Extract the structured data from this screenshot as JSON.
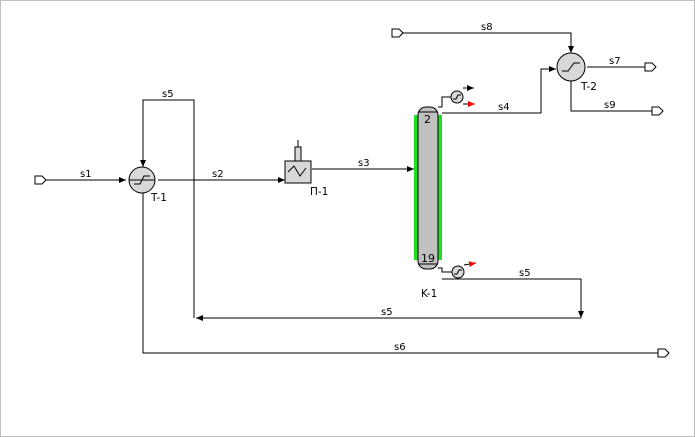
{
  "streams": {
    "s1": "s1",
    "s2": "s2",
    "s3": "s3",
    "s4": "s4",
    "s5_top": "s5",
    "s5_right": "s5",
    "s5_bottom": "s5",
    "s6": "s6",
    "s7": "s7",
    "s8": "s8",
    "s9": "s9"
  },
  "units": {
    "exchanger_1": "T-1",
    "heater": "П-1",
    "column": "K-1",
    "exchanger_2": "T-2"
  },
  "column_stages": {
    "top": "2",
    "bottom": "19"
  },
  "colors": {
    "column_fill": "#c0c0c0",
    "column_highlight": "#22dd22",
    "product_arrow": "#ff0000",
    "line": "#000000"
  }
}
